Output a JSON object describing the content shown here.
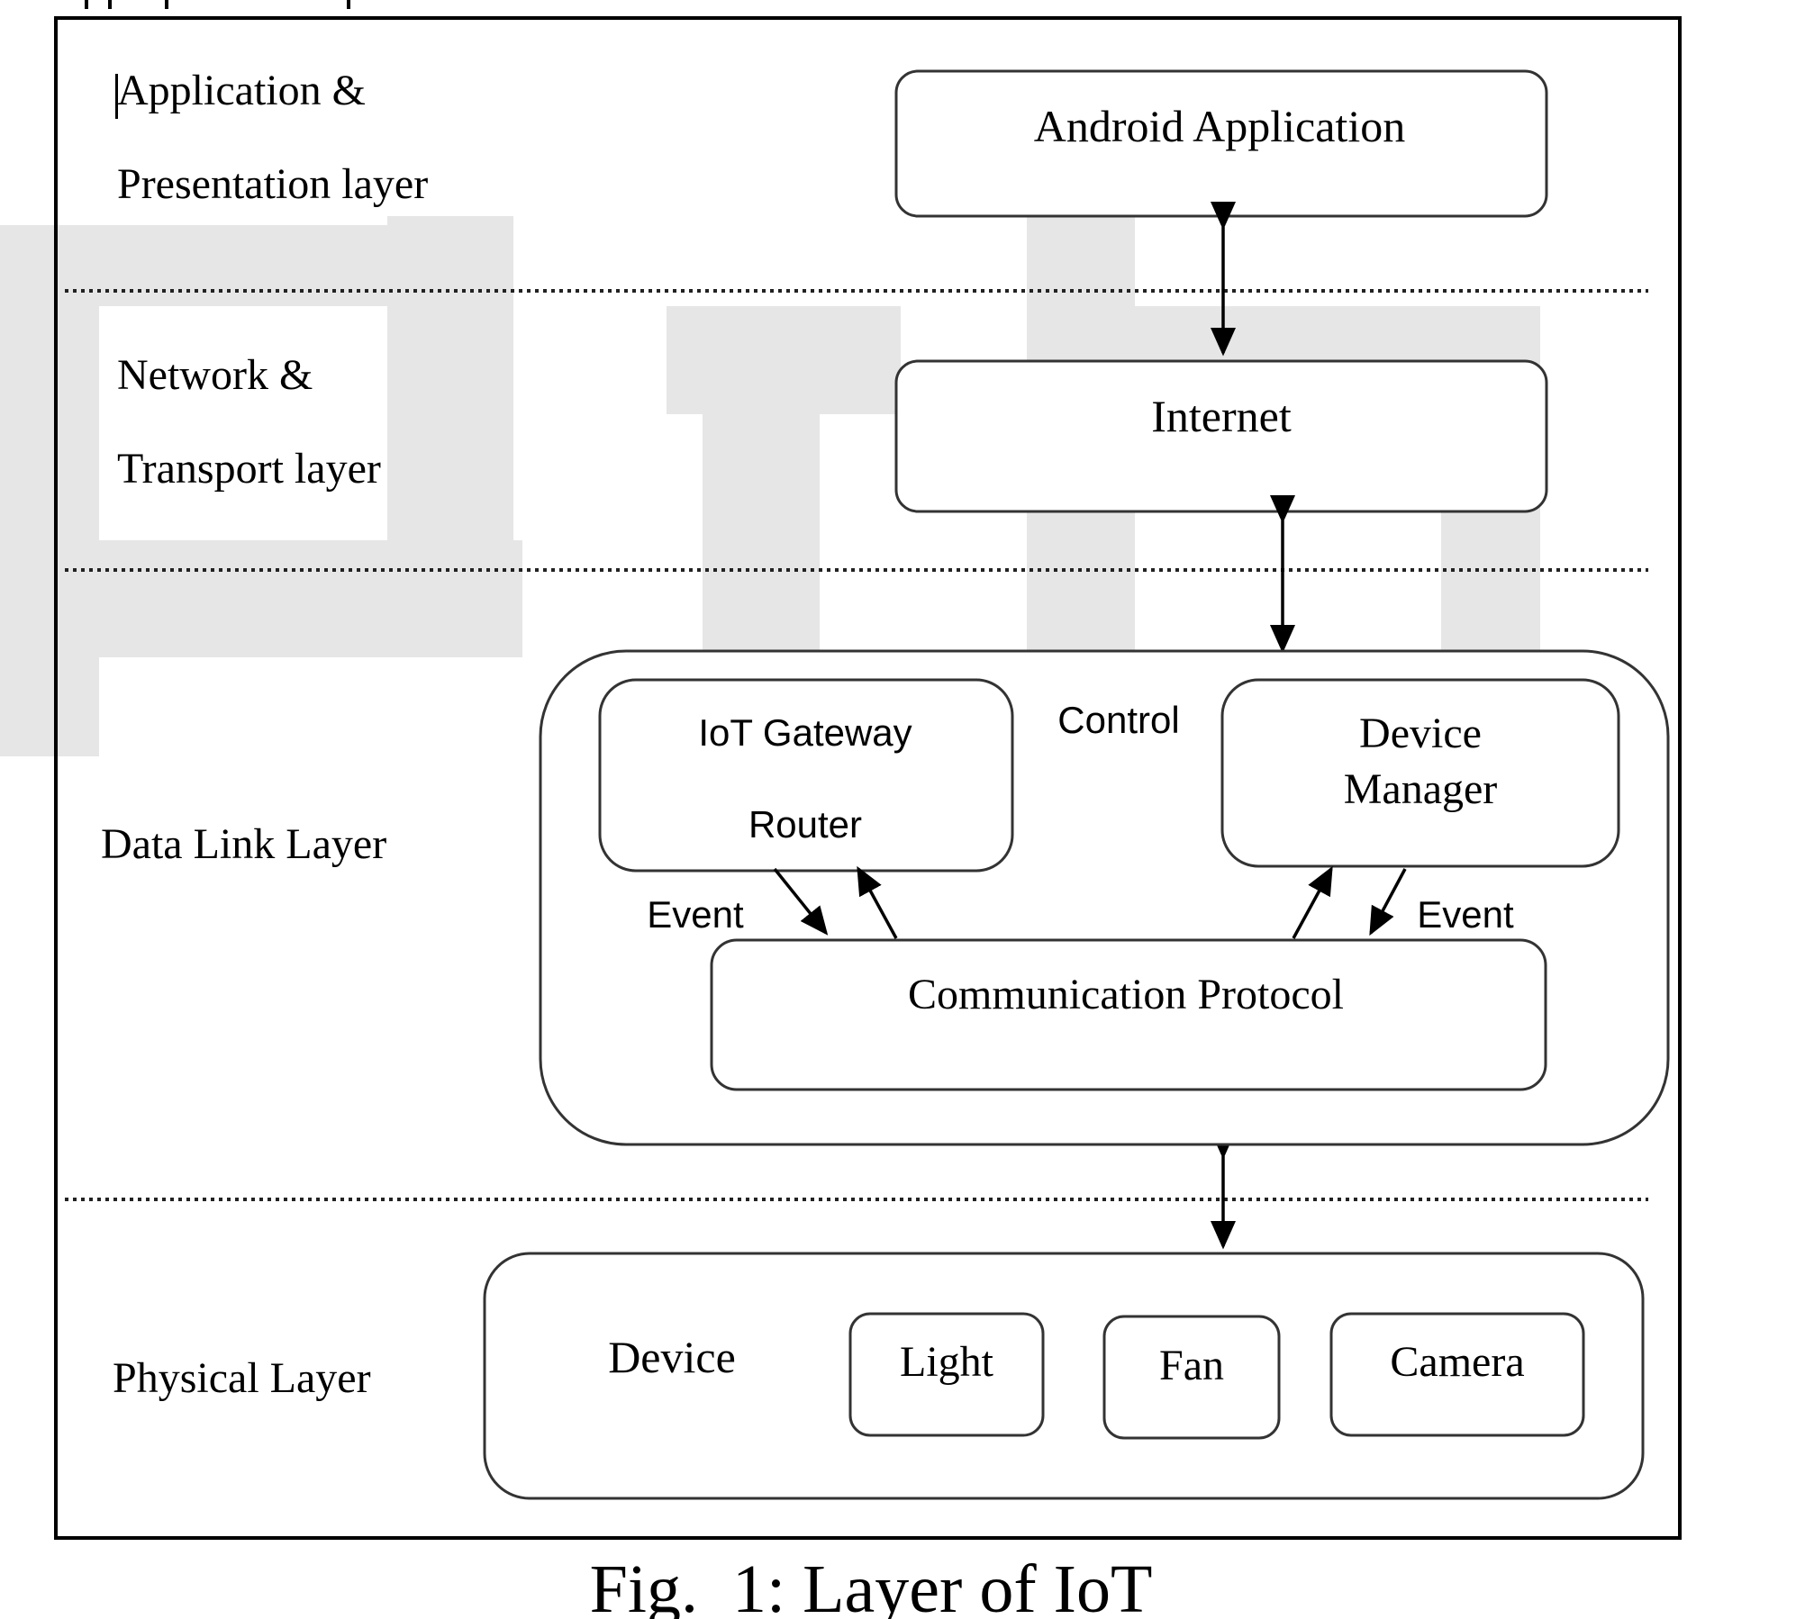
{
  "figure": {
    "caption": "Fig.  1: Layer of IoT",
    "layers": [
      {
        "id": "application",
        "label_line1": "Application &",
        "label_line2": "Presentation layer"
      },
      {
        "id": "network",
        "label_line1": "Network &",
        "label_line2": "Transport layer"
      },
      {
        "id": "datalink",
        "label": "Data Link Layer"
      },
      {
        "id": "physical",
        "label": "Physical Layer"
      }
    ],
    "nodes": {
      "android_app": "Android Application",
      "internet": "Internet",
      "iot_gateway_line1": "IoT Gateway",
      "iot_gateway_line2": "Router",
      "device_manager_line1": "Device",
      "device_manager_line2": "Manager",
      "communication_protocol": "Communication Protocol",
      "device_group": "Device",
      "devices": [
        "Light",
        "Fan",
        "Camera"
      ]
    },
    "edge_labels": {
      "control": "Control",
      "event_left": "Event",
      "event_right": "Event"
    },
    "edges": [
      {
        "from": "android_app",
        "to": "internet",
        "direction": "bidirectional"
      },
      {
        "from": "internet",
        "to": "datalink_group",
        "direction": "bidirectional"
      },
      {
        "from": "datalink_group",
        "to": "physical_group",
        "direction": "bidirectional"
      },
      {
        "from": "iot_gateway",
        "to": "communication_protocol",
        "label": "Event",
        "direction": "down"
      },
      {
        "from": "communication_protocol",
        "to": "iot_gateway",
        "direction": "up"
      },
      {
        "from": "communication_protocol",
        "to": "device_manager",
        "direction": "up"
      },
      {
        "from": "device_manager",
        "to": "communication_protocol",
        "label": "Event",
        "direction": "down"
      }
    ]
  }
}
